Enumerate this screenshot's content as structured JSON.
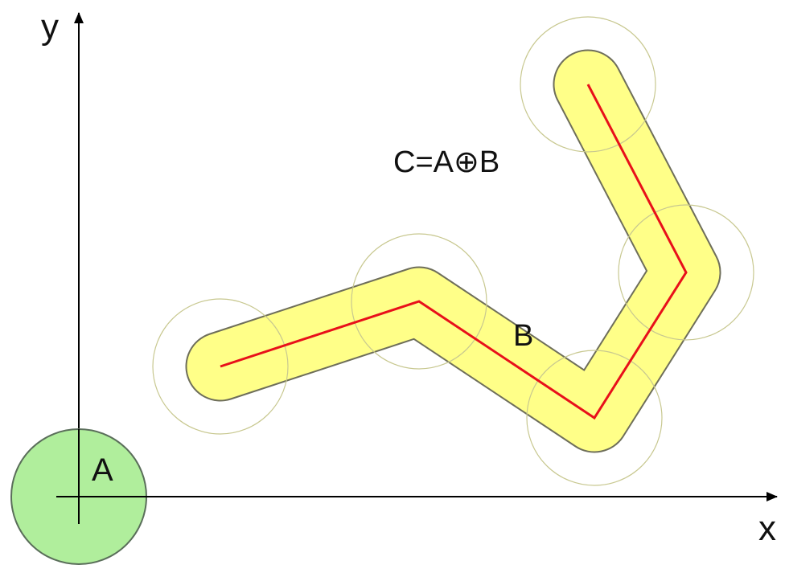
{
  "axes": {
    "x_label": "x",
    "y_label": "y"
  },
  "labels": {
    "structuring_element": "A",
    "path": "B",
    "result": "C=A⊕B"
  },
  "colors": {
    "result_fill": "#FFFF88",
    "result_stroke": "#6E6E5A",
    "element_fill": "#B0EE9C",
    "element_stroke": "#5A6E5A",
    "path": "#E8101A",
    "axis": "#000000"
  }
}
